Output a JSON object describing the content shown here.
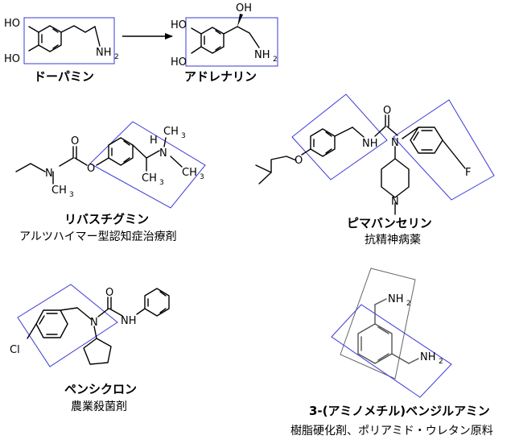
{
  "atoms": {
    "ho": "HO",
    "nh": "NH",
    "nh2": "NH",
    "n": "N",
    "o": "O",
    "h": "H",
    "ch3": "CH",
    "f": "F",
    "cl": "Cl",
    "sub2": "2",
    "sub3": "3",
    "oh": "OH"
  },
  "compounds": {
    "dopamine": {
      "name": "ドーパミン"
    },
    "adrenaline": {
      "name": "アドレナリン"
    },
    "rivastigmine": {
      "name": "リバスチグミン",
      "use": "アルツハイマー型認知症治療剤"
    },
    "pimavanserin": {
      "name": "ピマバンセリン",
      "use": "抗精神病薬"
    },
    "pencycuron": {
      "name": "ペンシクロン",
      "use": "農業殺菌剤"
    },
    "mxda": {
      "name": "3-(アミノメチル)ベンジルアミン",
      "use": "樹脂硬化剤、ポリアミド・ウレタン原料"
    }
  },
  "colors": {
    "box": "#3a3ad8",
    "box_alt": "#666666",
    "bond": "#000000"
  }
}
